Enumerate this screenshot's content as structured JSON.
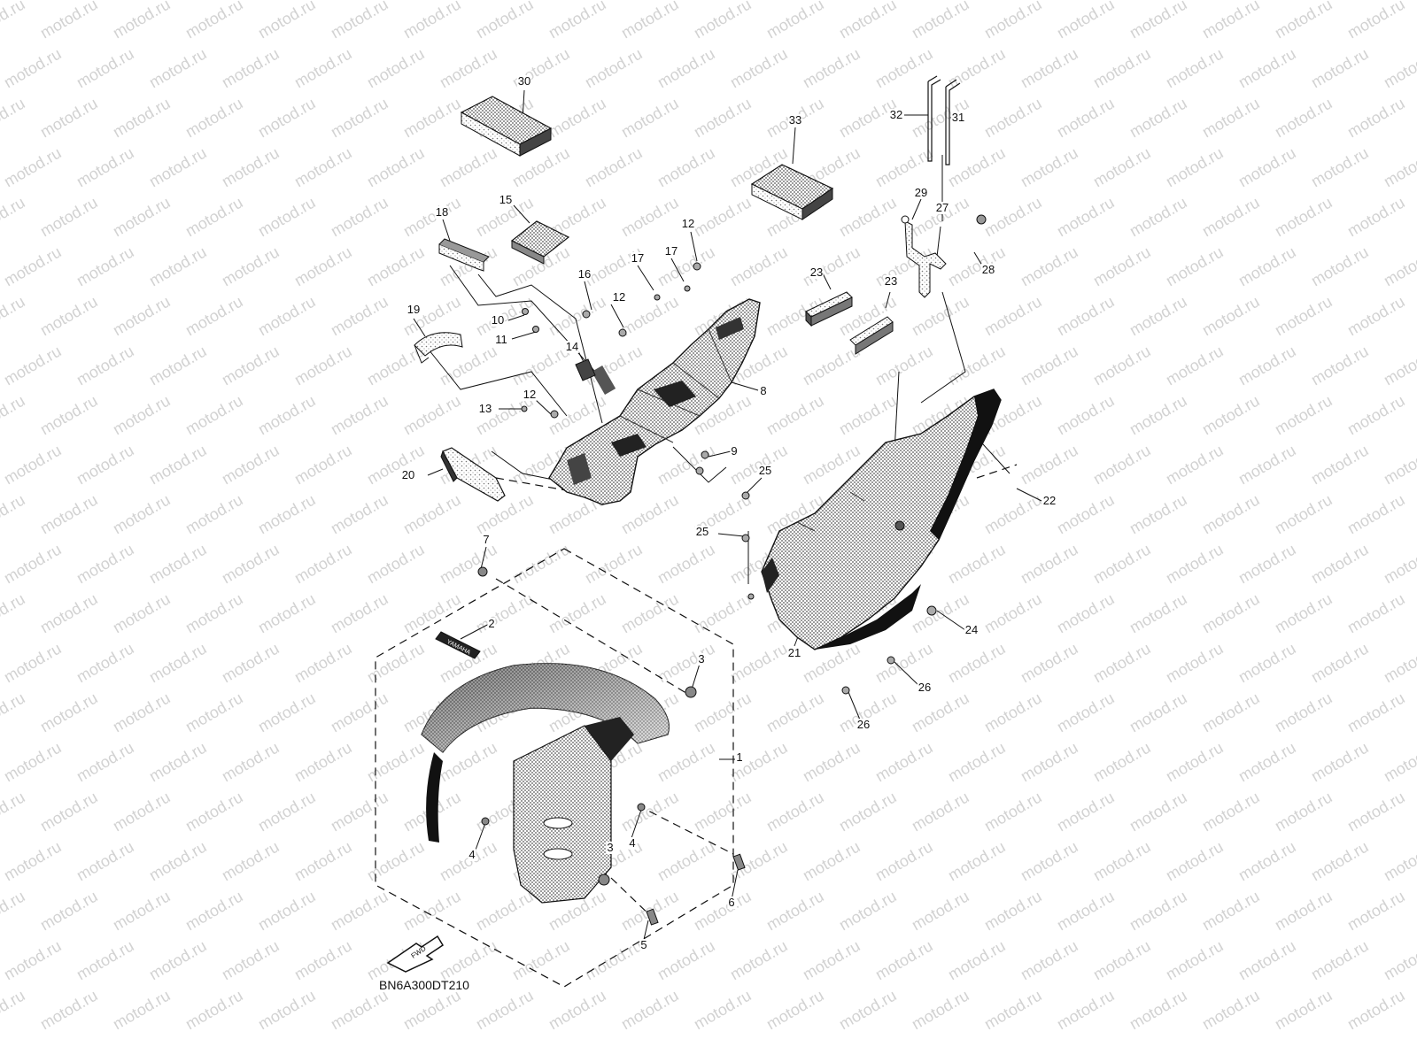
{
  "watermark": {
    "text": "motod.ru",
    "color": "#d2d2d2"
  },
  "diagram_code": "BN6A300DT210",
  "fwd_arrow": {
    "text": "FWD"
  },
  "decal_text": "YAMAHA",
  "callouts": [
    {
      "id": "c30",
      "label": "30"
    },
    {
      "id": "c33",
      "label": "33"
    },
    {
      "id": "c32",
      "label": "32"
    },
    {
      "id": "c31",
      "label": "31"
    },
    {
      "id": "c15",
      "label": "15"
    },
    {
      "id": "c18",
      "label": "18"
    },
    {
      "id": "c12a",
      "label": "12"
    },
    {
      "id": "c29",
      "label": "29"
    },
    {
      "id": "c27",
      "label": "27"
    },
    {
      "id": "c28",
      "label": "28"
    },
    {
      "id": "c16",
      "label": "16"
    },
    {
      "id": "c17a",
      "label": "17"
    },
    {
      "id": "c17b",
      "label": "17"
    },
    {
      "id": "c23a",
      "label": "23"
    },
    {
      "id": "c23b",
      "label": "23"
    },
    {
      "id": "c19",
      "label": "19"
    },
    {
      "id": "c10",
      "label": "10"
    },
    {
      "id": "c11",
      "label": "11"
    },
    {
      "id": "c12b",
      "label": "12"
    },
    {
      "id": "c14",
      "label": "14"
    },
    {
      "id": "c8",
      "label": "8"
    },
    {
      "id": "c12c",
      "label": "12"
    },
    {
      "id": "c13",
      "label": "13"
    },
    {
      "id": "c9",
      "label": "9"
    },
    {
      "id": "c20",
      "label": "20"
    },
    {
      "id": "c25a",
      "label": "25"
    },
    {
      "id": "c22",
      "label": "22"
    },
    {
      "id": "c25b",
      "label": "25"
    },
    {
      "id": "c7",
      "label": "7"
    },
    {
      "id": "c2",
      "label": "2"
    },
    {
      "id": "c24",
      "label": "24"
    },
    {
      "id": "c21",
      "label": "21"
    },
    {
      "id": "c3a",
      "label": "3"
    },
    {
      "id": "c26a",
      "label": "26"
    },
    {
      "id": "c26b",
      "label": "26"
    },
    {
      "id": "c1",
      "label": "1"
    },
    {
      "id": "c4a",
      "label": "4"
    },
    {
      "id": "c4b",
      "label": "4"
    },
    {
      "id": "c3b",
      "label": "3"
    },
    {
      "id": "c6",
      "label": "6"
    },
    {
      "id": "c5",
      "label": "5"
    }
  ]
}
